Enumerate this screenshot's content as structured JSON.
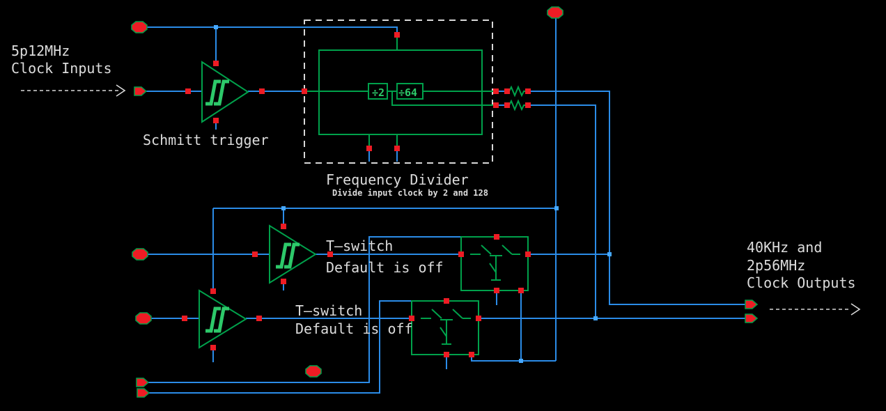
{
  "colors": {
    "background": "#000000",
    "wire": "#2b8ce8",
    "junction": "#46a8ff",
    "component": "#00a14b",
    "glyph": "#2dc96a",
    "pin": "#ed1c24",
    "text": "#dcdcdc"
  },
  "annotations": {
    "clock_inputs": {
      "line1": "5p12MHz",
      "line2": "Clock Inputs"
    },
    "schmitt_trigger": "Schmitt trigger",
    "frequency_divider": {
      "title": "Frequency Divider",
      "subtitle": "Divide input clock by 2 and 128"
    },
    "divider_blocks": {
      "div2": "÷2",
      "div64": "÷64"
    },
    "tswitch_upper": {
      "line1": "T—switch",
      "line2": "Default is off"
    },
    "tswitch_lower": {
      "line1": "T—switch",
      "line2": "Default is off"
    },
    "clock_outputs": {
      "line1": "40KHz and",
      "line2": "2p56MHz",
      "line3": "Clock Outputs"
    }
  }
}
